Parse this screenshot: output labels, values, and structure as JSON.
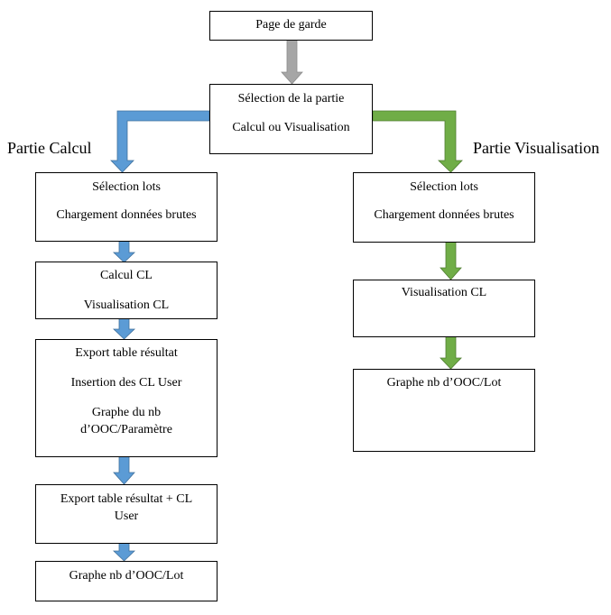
{
  "colors": {
    "grey_arrow": "#a6a6a6",
    "blue_arrow": "#5b9bd5",
    "green_arrow": "#70ad47"
  },
  "top": {
    "title": "Page de garde"
  },
  "selection": {
    "line1": "Sélection de la partie",
    "line2": "Calcul ou Visualisation"
  },
  "headings": {
    "calcul": "Partie Calcul",
    "visualisation": "Partie Visualisation"
  },
  "calcul": {
    "box1": {
      "line1": "Sélection lots",
      "line2": "Chargement données brutes"
    },
    "box2": {
      "line1": "Calcul CL",
      "line2": "Visualisation CL"
    },
    "box3": {
      "line1": "Export table résultat",
      "line2": "Insertion des CL User",
      "line3": "Graphe du nb",
      "line4": "d’OOC/Paramètre"
    },
    "box4": {
      "line1": "Export table résultat + CL",
      "line2": "User"
    },
    "box5": {
      "line1": "Graphe nb d’OOC/Lot"
    }
  },
  "visualisation": {
    "box1": {
      "line1": "Sélection lots",
      "line2": "Chargement données brutes"
    },
    "box2": {
      "line1": "Visualisation CL"
    },
    "box3": {
      "line1": "Graphe nb d’OOC/Lot"
    }
  }
}
